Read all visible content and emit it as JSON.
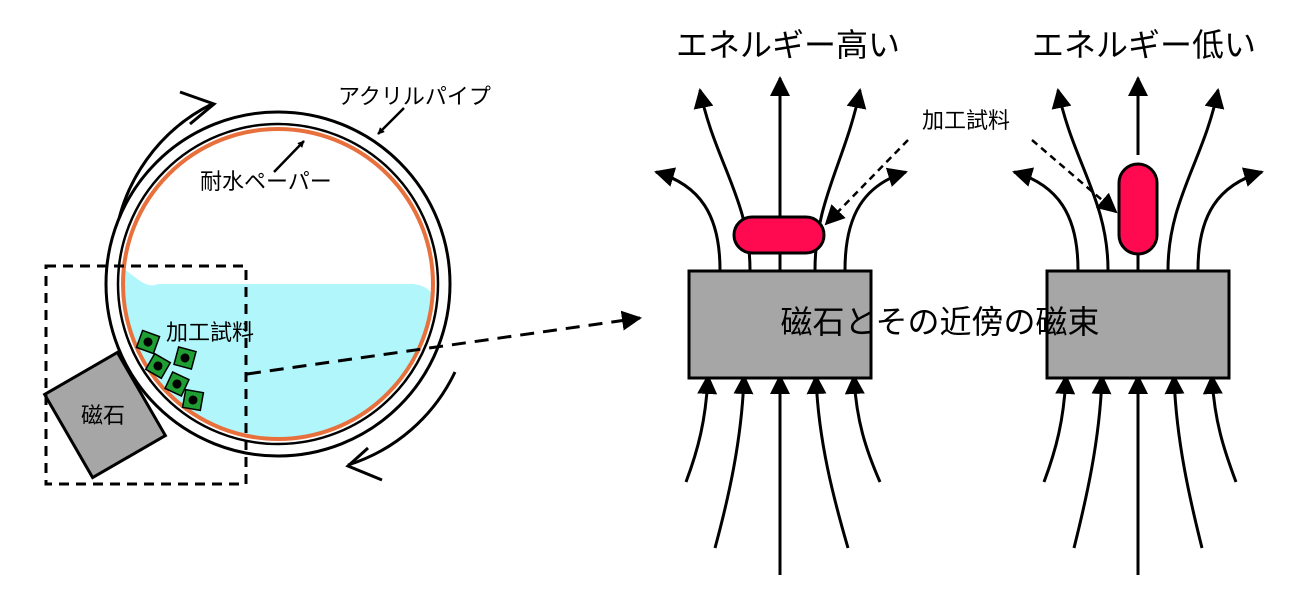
{
  "labels": {
    "acrylic_pipe": "アクリルパイプ",
    "waterproof_paper": "耐水ペーパー",
    "workpiece_left": "加工試料",
    "magnet_left": "磁石",
    "high_energy": "エネルギー高い",
    "low_energy": "エネルギー低い",
    "workpiece_right": "加工試料",
    "magnet_flux": "磁石とその近傍の磁束"
  },
  "colors": {
    "water": "#b0f6fa",
    "paper": "#e8703c",
    "magnet": "#a6a6a6",
    "workpiece_fill": "#ff0a50",
    "particle_fill": "#1f9e33",
    "stroke": "#000000"
  }
}
